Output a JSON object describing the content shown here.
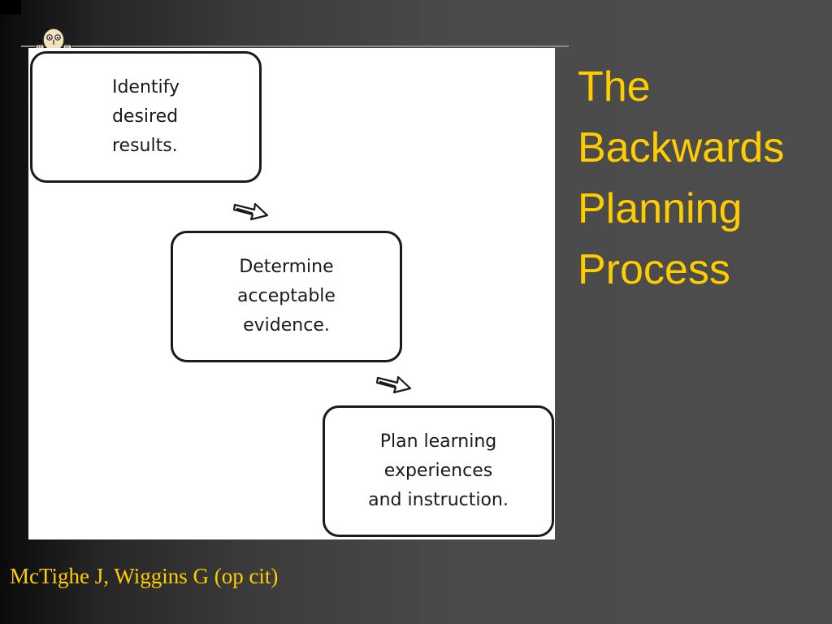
{
  "slide": {
    "title": "The\nBackwards\nPlanning\nProcess",
    "citation": "McTighe J, Wiggins G (op cit)",
    "accent_color": "#ffcc00"
  },
  "diagram": {
    "steps": [
      {
        "text": "Identify\ndesired\nresults."
      },
      {
        "text": "Determine\nacceptable\nevidence."
      },
      {
        "text": "Plan learning\nexperiences\nand instruction."
      }
    ],
    "connectors": [
      "arrow-right-down-icon",
      "arrow-right-down-icon"
    ]
  },
  "decorations": {
    "mascot": "peeking-face-icon"
  }
}
